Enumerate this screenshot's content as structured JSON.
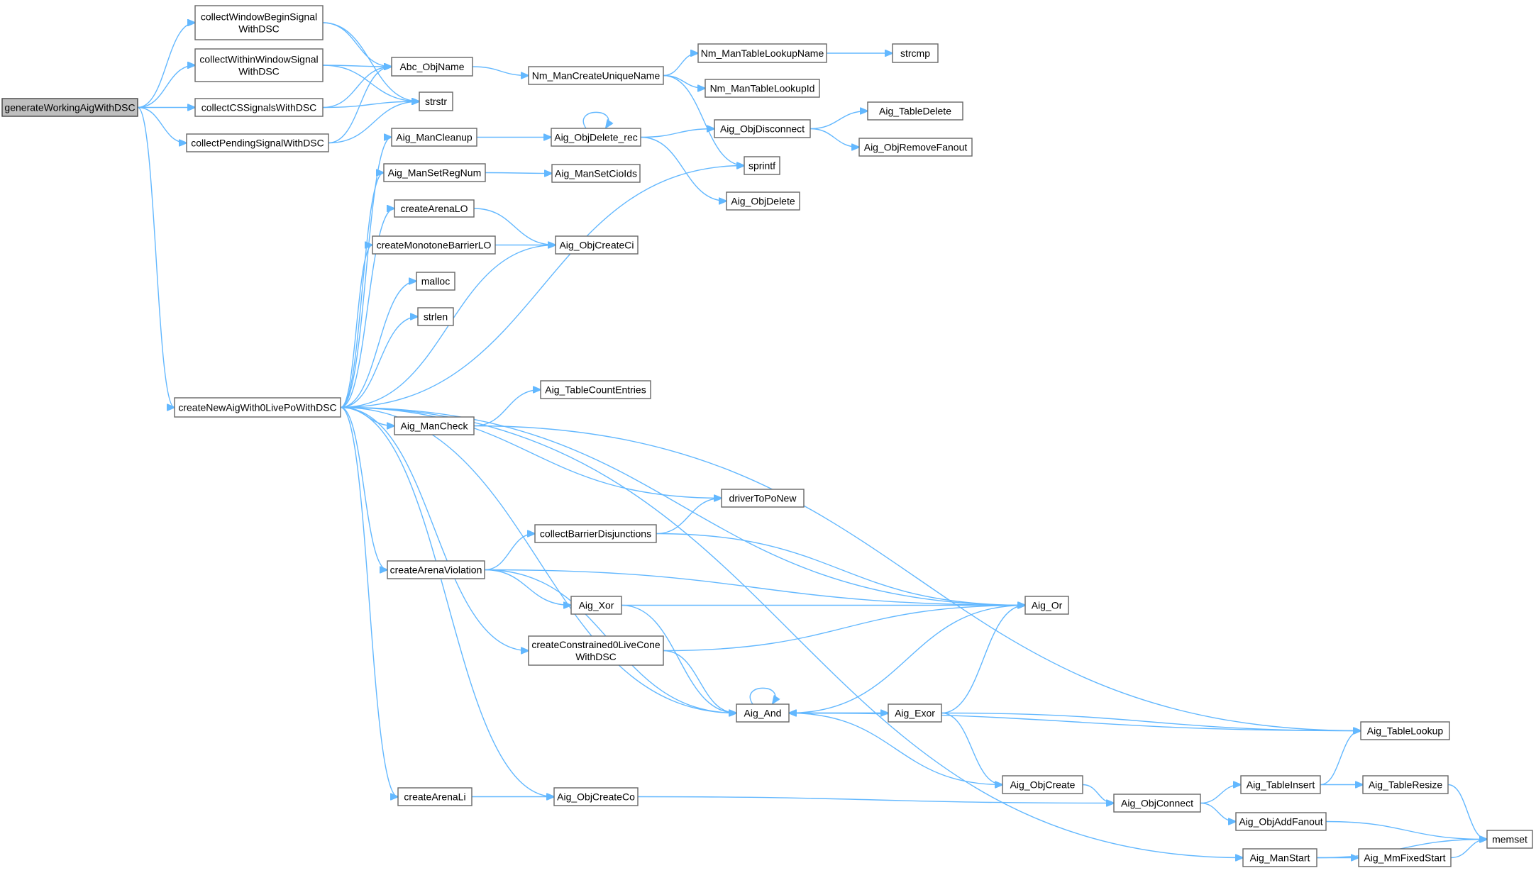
{
  "graph": {
    "title": "Call graph of generateWorkingAigWithDSC",
    "colors": {
      "edge": "#63b8ff",
      "node_border": "#666666",
      "root_fill": "#bfbfbf"
    },
    "nodes": [
      {
        "id": "generateWorkingAigWithDSC",
        "lines": [
          "generateWorkingAigWithDSC"
        ],
        "root": true
      },
      {
        "id": "collectWindowBeginSignalWithDSC",
        "lines": [
          "collectWindowBeginSignal",
          "WithDSC"
        ]
      },
      {
        "id": "collectWithinWindowSignalWithDSC",
        "lines": [
          "collectWithinWindowSignal",
          "WithDSC"
        ]
      },
      {
        "id": "collectCSSignalsWithDSC",
        "lines": [
          "collectCSSignalsWithDSC"
        ]
      },
      {
        "id": "collectPendingSignalWithDSC",
        "lines": [
          "collectPendingSignalWithDSC"
        ]
      },
      {
        "id": "createNewAigWith0LivePoWithDSC",
        "lines": [
          "createNewAigWith0LivePoWithDSC"
        ]
      },
      {
        "id": "Abc_ObjName",
        "lines": [
          "Abc_ObjName"
        ]
      },
      {
        "id": "strstr",
        "lines": [
          "strstr"
        ]
      },
      {
        "id": "Aig_ManCleanup",
        "lines": [
          "Aig_ManCleanup"
        ]
      },
      {
        "id": "Aig_ManSetRegNum",
        "lines": [
          "Aig_ManSetRegNum"
        ]
      },
      {
        "id": "createArenaLO",
        "lines": [
          "createArenaLO"
        ]
      },
      {
        "id": "createMonotoneBarrierLO",
        "lines": [
          "createMonotoneBarrierLO"
        ]
      },
      {
        "id": "malloc",
        "lines": [
          "malloc"
        ]
      },
      {
        "id": "strlen",
        "lines": [
          "strlen"
        ]
      },
      {
        "id": "Aig_ManCheck",
        "lines": [
          "Aig_ManCheck"
        ]
      },
      {
        "id": "createArenaViolation",
        "lines": [
          "createArenaViolation"
        ]
      },
      {
        "id": "createArenaLi",
        "lines": [
          "createArenaLi"
        ]
      },
      {
        "id": "Nm_ManCreateUniqueName",
        "lines": [
          "Nm_ManCreateUniqueName"
        ]
      },
      {
        "id": "Aig_ObjDelete_rec",
        "lines": [
          "Aig_ObjDelete_rec"
        ]
      },
      {
        "id": "Aig_ManSetCioIds",
        "lines": [
          "Aig_ManSetCioIds"
        ]
      },
      {
        "id": "Aig_ObjCreateCi",
        "lines": [
          "Aig_ObjCreateCi"
        ]
      },
      {
        "id": "Aig_TableCountEntries",
        "lines": [
          "Aig_TableCountEntries"
        ]
      },
      {
        "id": "collectBarrierDisjunctions",
        "lines": [
          "collectBarrierDisjunctions"
        ]
      },
      {
        "id": "Aig_Xor",
        "lines": [
          "Aig_Xor"
        ]
      },
      {
        "id": "createConstrained0LiveConeWithDSC",
        "lines": [
          "createConstrained0LiveCone",
          "WithDSC"
        ]
      },
      {
        "id": "Aig_ObjCreateCo",
        "lines": [
          "Aig_ObjCreateCo"
        ]
      },
      {
        "id": "Nm_ManTableLookupName",
        "lines": [
          "Nm_ManTableLookupName"
        ]
      },
      {
        "id": "Nm_ManTableLookupId",
        "lines": [
          "Nm_ManTableLookupId"
        ]
      },
      {
        "id": "Aig_ObjDisconnect",
        "lines": [
          "Aig_ObjDisconnect"
        ]
      },
      {
        "id": "sprintf",
        "lines": [
          "sprintf"
        ]
      },
      {
        "id": "Aig_ObjDelete",
        "lines": [
          "Aig_ObjDelete"
        ]
      },
      {
        "id": "driverToPoNew",
        "lines": [
          "driverToPoNew"
        ]
      },
      {
        "id": "Aig_And",
        "lines": [
          "Aig_And"
        ]
      },
      {
        "id": "strcmp",
        "lines": [
          "strcmp"
        ]
      },
      {
        "id": "Aig_TableDelete",
        "lines": [
          "Aig_TableDelete"
        ]
      },
      {
        "id": "Aig_ObjRemoveFanout",
        "lines": [
          "Aig_ObjRemoveFanout"
        ]
      },
      {
        "id": "Aig_Exor",
        "lines": [
          "Aig_Exor"
        ]
      },
      {
        "id": "Aig_Or",
        "lines": [
          "Aig_Or"
        ]
      },
      {
        "id": "Aig_ObjCreate",
        "lines": [
          "Aig_ObjCreate"
        ]
      },
      {
        "id": "Aig_ObjConnect",
        "lines": [
          "Aig_ObjConnect"
        ]
      },
      {
        "id": "Aig_ManStart",
        "lines": [
          "Aig_ManStart"
        ]
      },
      {
        "id": "Aig_TableInsert",
        "lines": [
          "Aig_TableInsert"
        ]
      },
      {
        "id": "Aig_ObjAddFanout",
        "lines": [
          "Aig_ObjAddFanout"
        ]
      },
      {
        "id": "Aig_MmFixedStart",
        "lines": [
          "Aig_MmFixedStart"
        ]
      },
      {
        "id": "Aig_TableLookup",
        "lines": [
          "Aig_TableLookup"
        ]
      },
      {
        "id": "Aig_TableResize",
        "lines": [
          "Aig_TableResize"
        ]
      },
      {
        "id": "memset",
        "lines": [
          "memset"
        ]
      }
    ],
    "edges": [
      [
        "generateWorkingAigWithDSC",
        "collectWindowBeginSignalWithDSC"
      ],
      [
        "generateWorkingAigWithDSC",
        "collectWithinWindowSignalWithDSC"
      ],
      [
        "generateWorkingAigWithDSC",
        "collectCSSignalsWithDSC"
      ],
      [
        "generateWorkingAigWithDSC",
        "collectPendingSignalWithDSC"
      ],
      [
        "generateWorkingAigWithDSC",
        "createNewAigWith0LivePoWithDSC"
      ],
      [
        "collectWindowBeginSignalWithDSC",
        "Abc_ObjName"
      ],
      [
        "collectWindowBeginSignalWithDSC",
        "strstr"
      ],
      [
        "collectWithinWindowSignalWithDSC",
        "Abc_ObjName"
      ],
      [
        "collectWithinWindowSignalWithDSC",
        "strstr"
      ],
      [
        "collectCSSignalsWithDSC",
        "Abc_ObjName"
      ],
      [
        "collectCSSignalsWithDSC",
        "strstr"
      ],
      [
        "collectPendingSignalWithDSC",
        "Abc_ObjName"
      ],
      [
        "collectPendingSignalWithDSC",
        "strstr"
      ],
      [
        "Abc_ObjName",
        "Nm_ManCreateUniqueName"
      ],
      [
        "Nm_ManCreateUniqueName",
        "Nm_ManTableLookupName"
      ],
      [
        "Nm_ManCreateUniqueName",
        "Nm_ManTableLookupId"
      ],
      [
        "Nm_ManCreateUniqueName",
        "sprintf"
      ],
      [
        "Nm_ManTableLookupName",
        "strcmp"
      ],
      [
        "createNewAigWith0LivePoWithDSC",
        "Aig_ManCleanup"
      ],
      [
        "createNewAigWith0LivePoWithDSC",
        "Aig_ManSetRegNum"
      ],
      [
        "createNewAigWith0LivePoWithDSC",
        "createArenaLO"
      ],
      [
        "createNewAigWith0LivePoWithDSC",
        "createMonotoneBarrierLO"
      ],
      [
        "createNewAigWith0LivePoWithDSC",
        "malloc"
      ],
      [
        "createNewAigWith0LivePoWithDSC",
        "strlen"
      ],
      [
        "createNewAigWith0LivePoWithDSC",
        "Aig_ObjCreateCi"
      ],
      [
        "createNewAigWith0LivePoWithDSC",
        "sprintf"
      ],
      [
        "createNewAigWith0LivePoWithDSC",
        "Aig_ManCheck"
      ],
      [
        "createNewAigWith0LivePoWithDSC",
        "Aig_Or"
      ],
      [
        "createNewAigWith0LivePoWithDSC",
        "driverToPoNew"
      ],
      [
        "createNewAigWith0LivePoWithDSC",
        "createArenaViolation"
      ],
      [
        "createNewAigWith0LivePoWithDSC",
        "createConstrained0LiveConeWithDSC"
      ],
      [
        "createNewAigWith0LivePoWithDSC",
        "Aig_And"
      ],
      [
        "createNewAigWith0LivePoWithDSC",
        "Aig_ObjCreateCo"
      ],
      [
        "createNewAigWith0LivePoWithDSC",
        "createArenaLi"
      ],
      [
        "createNewAigWith0LivePoWithDSC",
        "Aig_ManStart"
      ],
      [
        "Aig_ManCleanup",
        "Aig_ObjDelete_rec"
      ],
      [
        "Aig_ObjDelete_rec",
        "Aig_ObjDelete_rec"
      ],
      [
        "Aig_ObjDelete_rec",
        "Aig_ObjDisconnect"
      ],
      [
        "Aig_ObjDelete_rec",
        "Aig_ObjDelete"
      ],
      [
        "Aig_ObjDisconnect",
        "Aig_TableDelete"
      ],
      [
        "Aig_ObjDisconnect",
        "Aig_ObjRemoveFanout"
      ],
      [
        "Aig_ManSetRegNum",
        "Aig_ManSetCioIds"
      ],
      [
        "createArenaLO",
        "Aig_ObjCreateCi"
      ],
      [
        "createMonotoneBarrierLO",
        "Aig_ObjCreateCi"
      ],
      [
        "Aig_ManCheck",
        "Aig_TableCountEntries"
      ],
      [
        "Aig_ManCheck",
        "Aig_TableLookup"
      ],
      [
        "createArenaViolation",
        "collectBarrierDisjunctions"
      ],
      [
        "createArenaViolation",
        "Aig_Or"
      ],
      [
        "createArenaViolation",
        "Aig_Xor"
      ],
      [
        "createArenaViolation",
        "Aig_And"
      ],
      [
        "collectBarrierDisjunctions",
        "driverToPoNew"
      ],
      [
        "collectBarrierDisjunctions",
        "Aig_Or"
      ],
      [
        "Aig_Xor",
        "Aig_Or"
      ],
      [
        "Aig_Xor",
        "Aig_And"
      ],
      [
        "createConstrained0LiveConeWithDSC",
        "Aig_Or"
      ],
      [
        "createConstrained0LiveConeWithDSC",
        "Aig_And"
      ],
      [
        "Aig_Or",
        "Aig_And"
      ],
      [
        "Aig_And",
        "Aig_And"
      ],
      [
        "Aig_And",
        "Aig_Exor"
      ],
      [
        "Aig_And",
        "Aig_TableLookup"
      ],
      [
        "Aig_And",
        "Aig_ObjCreate"
      ],
      [
        "Aig_Exor",
        "Aig_And"
      ],
      [
        "Aig_Exor",
        "Aig_Or"
      ],
      [
        "Aig_Exor",
        "Aig_TableLookup"
      ],
      [
        "Aig_Exor",
        "Aig_ObjCreate"
      ],
      [
        "Aig_ObjCreate",
        "Aig_ObjConnect"
      ],
      [
        "createArenaLi",
        "Aig_ObjCreateCo"
      ],
      [
        "Aig_ObjCreateCo",
        "Aig_ObjConnect"
      ],
      [
        "Aig_ObjConnect",
        "Aig_TableInsert"
      ],
      [
        "Aig_ObjConnect",
        "Aig_ObjAddFanout"
      ],
      [
        "Aig_TableInsert",
        "Aig_TableLookup"
      ],
      [
        "Aig_TableInsert",
        "Aig_TableResize"
      ],
      [
        "Aig_TableResize",
        "memset"
      ],
      [
        "Aig_ObjAddFanout",
        "memset"
      ],
      [
        "Aig_ManStart",
        "Aig_MmFixedStart"
      ],
      [
        "Aig_ManStart",
        "memset"
      ],
      [
        "Aig_MmFixedStart",
        "memset"
      ]
    ]
  }
}
